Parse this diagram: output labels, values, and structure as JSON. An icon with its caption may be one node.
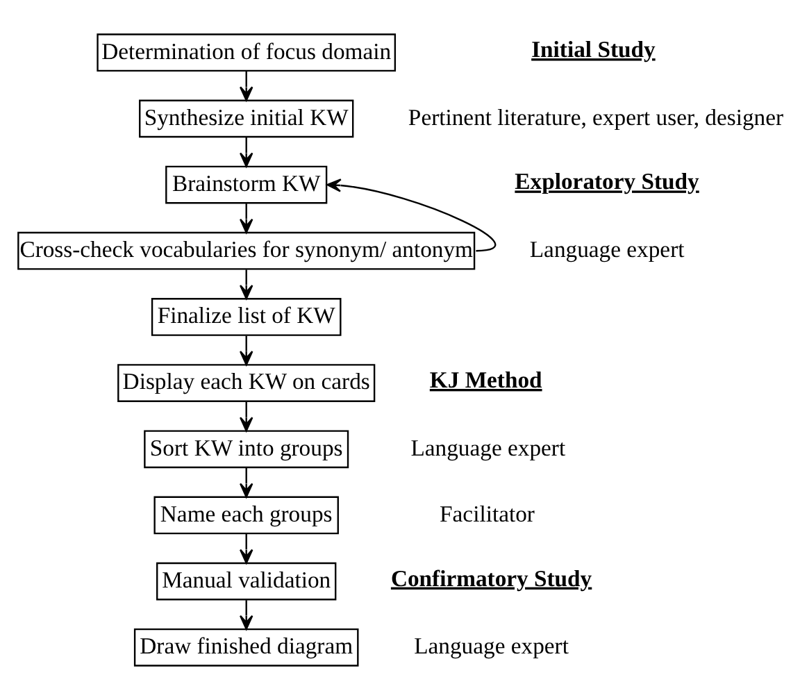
{
  "diagram": {
    "nodes": [
      {
        "text": [
          "Determination of focus domain"
        ]
      },
      {
        "text": [
          "Synthesize initial KW"
        ]
      },
      {
        "text": [
          "Brainstorm KW"
        ]
      },
      {
        "text": [
          "Cross-check vocabularies for synonym/ antonym"
        ]
      },
      {
        "text": [
          "Finalize list of KW"
        ]
      },
      {
        "text": [
          "Display each KW on cards"
        ]
      },
      {
        "text": [
          "Sort KW into groups"
        ]
      },
      {
        "text": [
          "Name each groups"
        ]
      },
      {
        "text": [
          "Manual validation"
        ]
      },
      {
        "text": [
          "Draw finished diagram"
        ]
      }
    ],
    "edges": [
      {
        "from": 0,
        "to": 1,
        "arrow": "to"
      },
      {
        "from": 1,
        "to": 2,
        "arrow": "to"
      },
      {
        "from": 2,
        "to": 3,
        "arrow": "to"
      },
      {
        "from": 3,
        "to": 4,
        "arrow": "to"
      },
      {
        "from": 3,
        "to": 2,
        "arrow": "to"
      },
      {
        "from": 4,
        "to": 5,
        "arrow": "to"
      },
      {
        "from": 5,
        "to": 6,
        "arrow": "to"
      },
      {
        "from": 6,
        "to": 7,
        "arrow": "to"
      },
      {
        "from": 7,
        "to": 8,
        "arrow": "to"
      },
      {
        "from": 8,
        "to": 9,
        "arrow": "to"
      }
    ],
    "labels": [
      "Initial Study",
      "Pertinent literature, expert user, designer",
      "Exploratory Study",
      "Language expert",
      "KJ Method",
      "Language expert",
      "Facilitator",
      "Confirmatory Study",
      "Language expert"
    ]
  }
}
